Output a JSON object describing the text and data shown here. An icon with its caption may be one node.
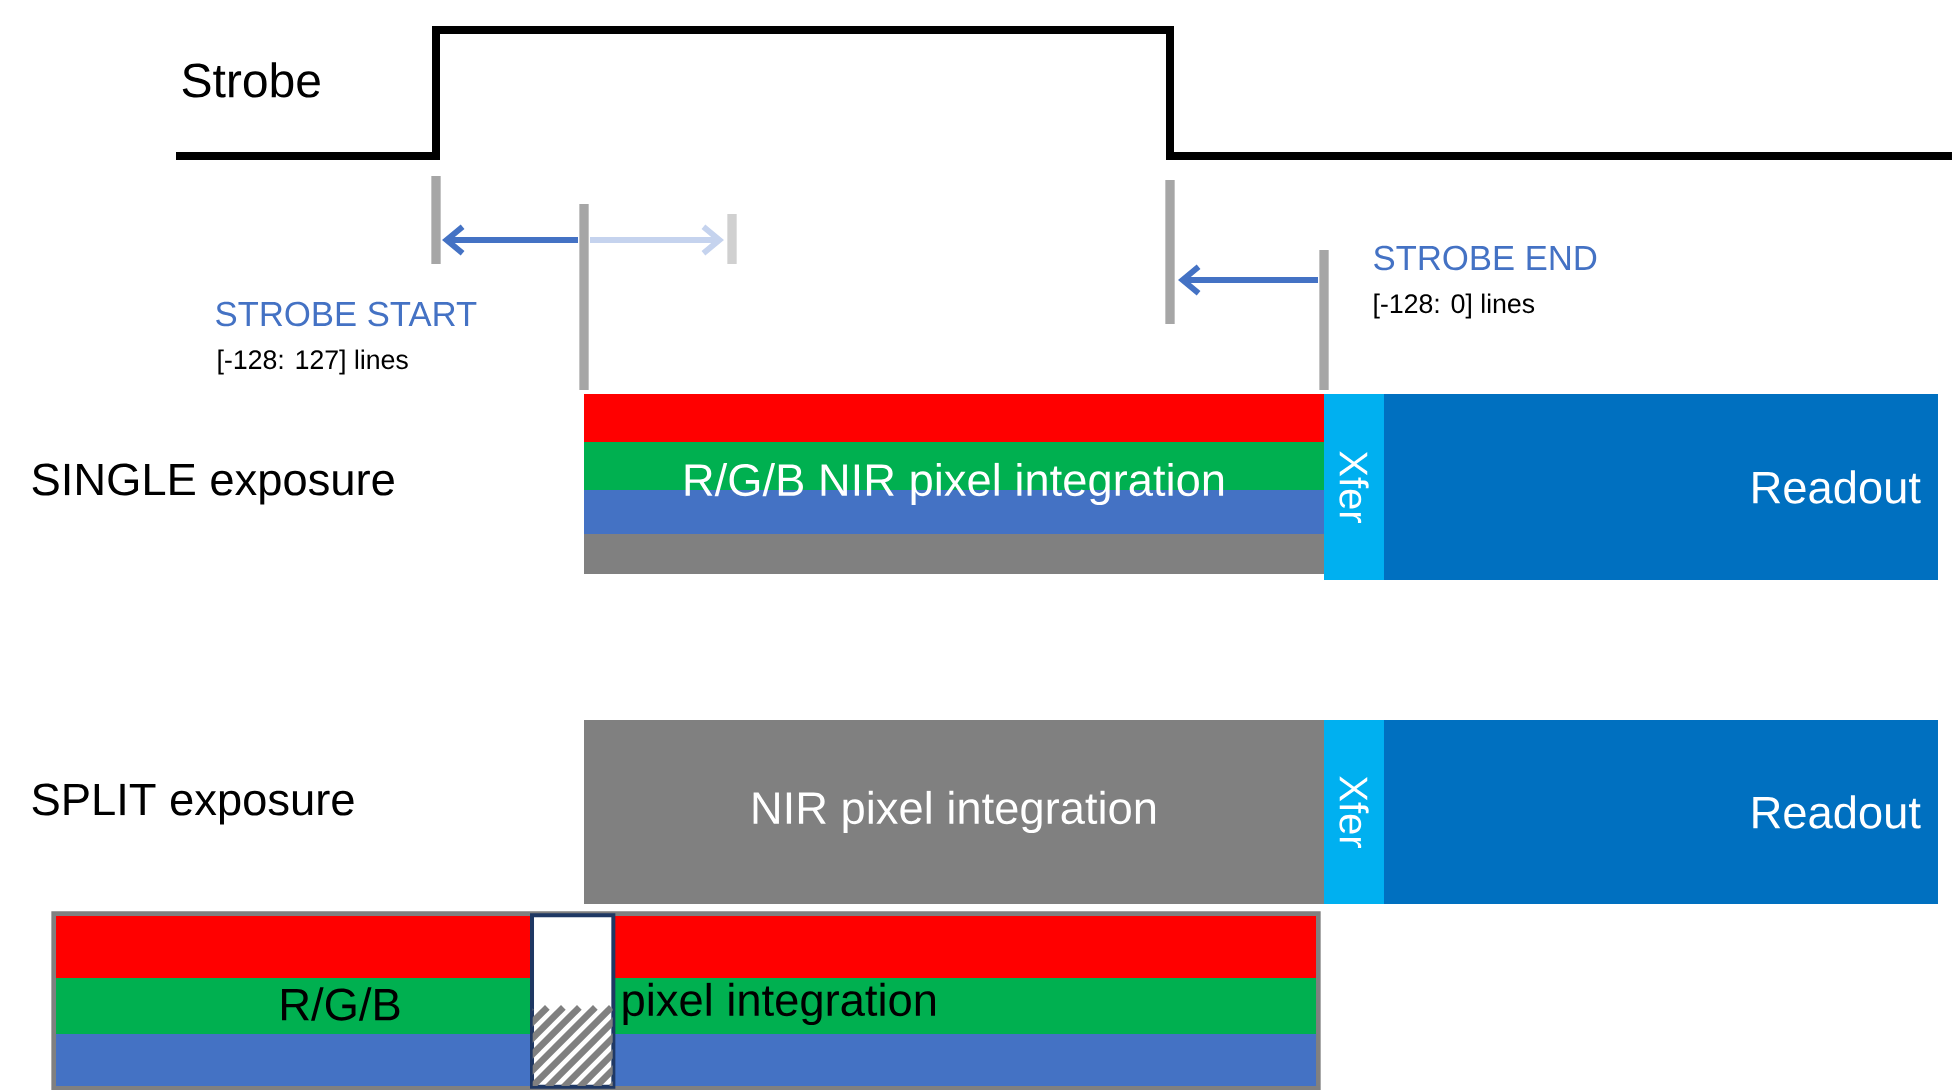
{
  "diagram": {
    "nodes": [
      {
        "text": [
          "R/G/B NIR pixel integration"
        ]
      },
      {
        "text": [
          "Xfer"
        ]
      },
      {
        "text": [
          "Readout"
        ]
      },
      {
        "text": [
          "NIR pixel integration"
        ]
      },
      {
        "text": [
          "Xfer"
        ]
      },
      {
        "text": [
          "Readout"
        ]
      },
      {
        "text": [
          "R/G/B",
          "pixel integration"
        ]
      },
      {
        "text": [],
        "shape": "box",
        "in": 6
      }
    ],
    "edges": [],
    "labels": [
      "Strobe",
      "STROBE START",
      "[-128: 127] lines",
      "STROBE END",
      "[-128: 0] lines",
      "SINGLE exposure",
      "SPLIT exposure"
    ]
  }
}
